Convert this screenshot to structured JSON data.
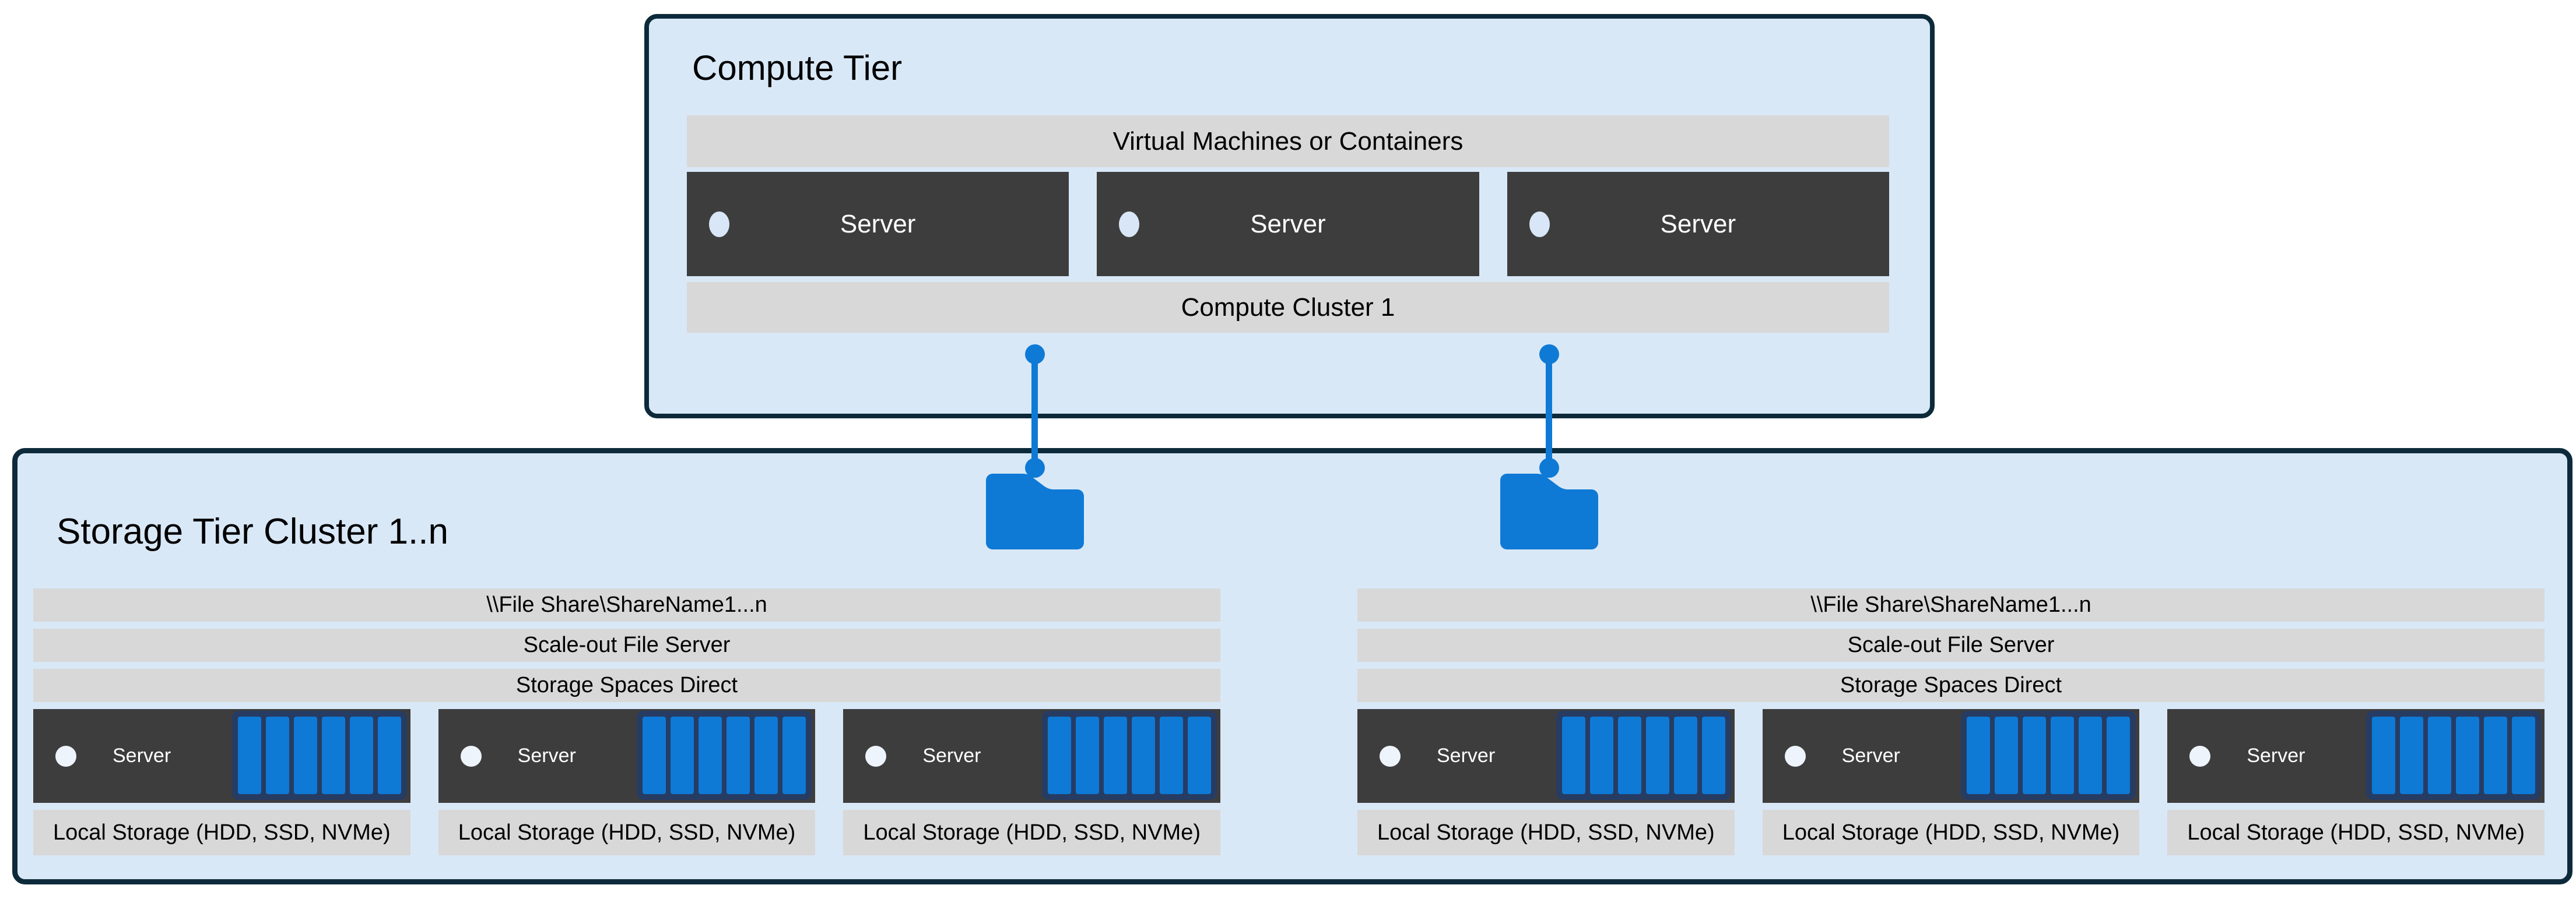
{
  "colors": {
    "page_background": "#ffffff",
    "tier_box_fill": "#d9e8f7",
    "tier_box_border": "#0d2a3a",
    "bar_fill": "#d8d8d8",
    "server_box_fill": "#3d3d3d",
    "server_text": "#ffffff",
    "accent_blue": "#0e7ad6",
    "disk_frame_navy": "#263c63",
    "compute_indicator_dot": "#d8e6f7",
    "storage_indicator_dot": "#eef4fc",
    "text": "#000000"
  },
  "compute_tier": {
    "title": "Compute Tier",
    "top_bar_label": "Virtual Machines or Containers",
    "bottom_bar_label": "Compute Cluster 1",
    "servers": [
      {
        "label": "Server"
      },
      {
        "label": "Server"
      },
      {
        "label": "Server"
      }
    ]
  },
  "storage_tier": {
    "title": "Storage Tier Cluster 1..n",
    "clusters": [
      {
        "file_share_label": "\\\\File Share\\ShareName1...n",
        "scale_out_label": "Scale-out File Server",
        "s2d_label": "Storage Spaces Direct",
        "servers": [
          {
            "label": "Server",
            "local_storage_label": "Local Storage (HDD, SSD, NVMe)"
          },
          {
            "label": "Server",
            "local_storage_label": "Local Storage (HDD, SSD, NVMe)"
          },
          {
            "label": "Server",
            "local_storage_label": "Local Storage (HDD, SSD, NVMe)"
          }
        ]
      },
      {
        "file_share_label": "\\\\File Share\\ShareName1...n",
        "scale_out_label": "Scale-out File Server",
        "s2d_label": "Storage Spaces Direct",
        "servers": [
          {
            "label": "Server",
            "local_storage_label": "Local Storage (HDD, SSD, NVMe)"
          },
          {
            "label": "Server",
            "local_storage_label": "Local Storage (HDD, SSD, NVMe)"
          },
          {
            "label": "Server",
            "local_storage_label": "Local Storage (HDD, SSD, NVMe)"
          }
        ]
      }
    ]
  }
}
